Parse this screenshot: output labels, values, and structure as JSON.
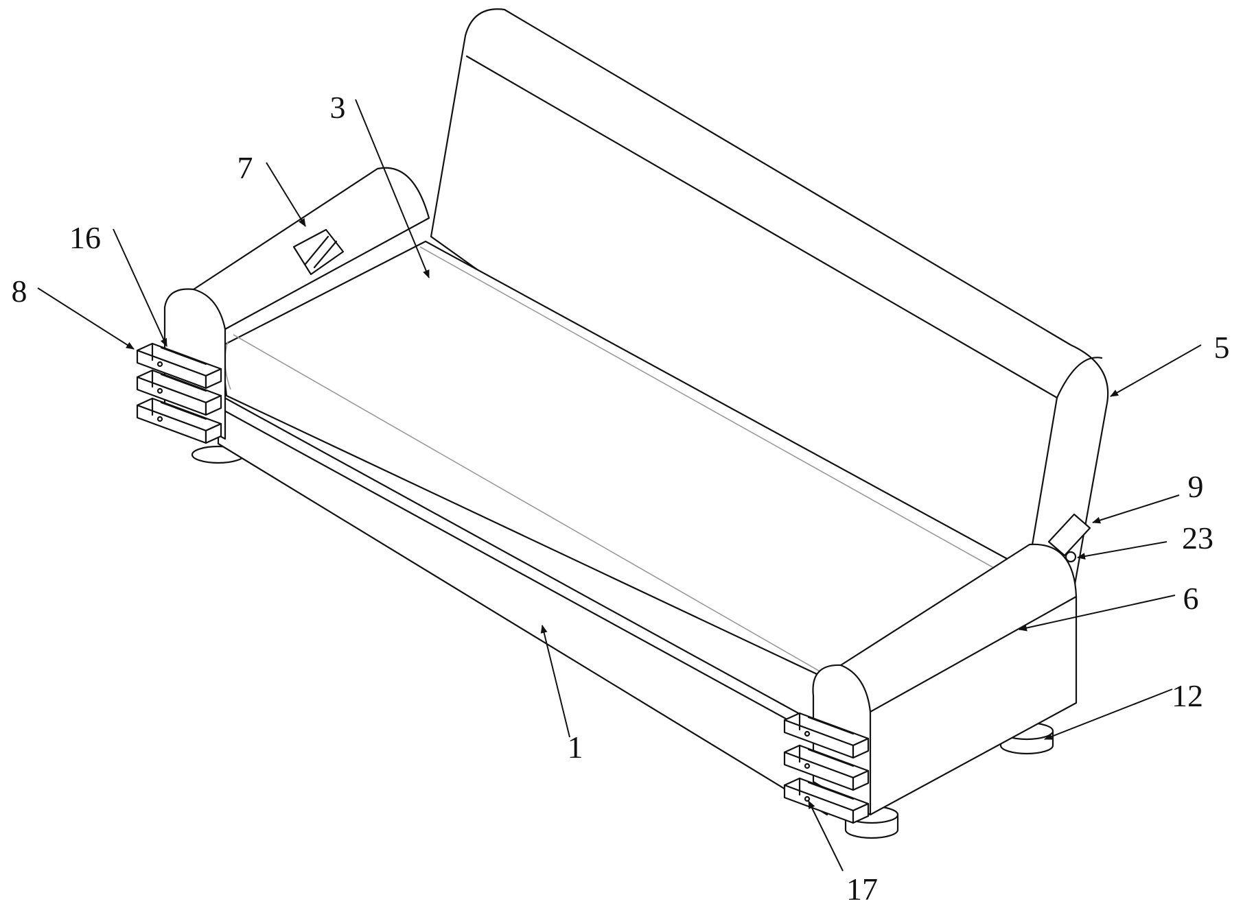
{
  "figure": {
    "labels": [
      {
        "id": "label-1",
        "text": "1"
      },
      {
        "id": "label-3",
        "text": "3"
      },
      {
        "id": "label-5",
        "text": "5"
      },
      {
        "id": "label-6",
        "text": "6"
      },
      {
        "id": "label-7",
        "text": "7"
      },
      {
        "id": "label-8",
        "text": "8"
      },
      {
        "id": "label-9",
        "text": "9"
      },
      {
        "id": "label-12",
        "text": "12"
      },
      {
        "id": "label-16",
        "text": "16"
      },
      {
        "id": "label-17",
        "text": "17"
      },
      {
        "id": "label-23",
        "text": "23"
      }
    ]
  }
}
